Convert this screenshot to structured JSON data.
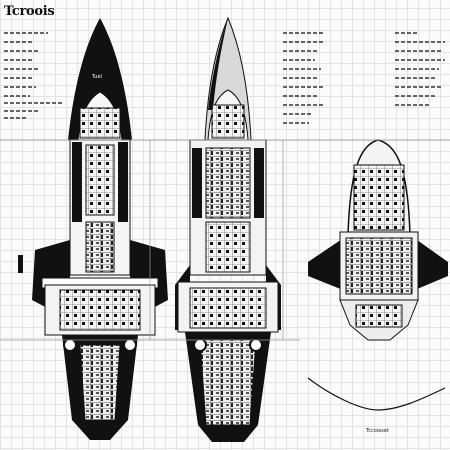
{
  "title": "Tcroois",
  "colors": {
    "ink": "#111111",
    "paper": "#fbfbfb",
    "grid": "#e3e3e3"
  },
  "labels": {
    "hull_marker": "Tuel",
    "bottom_caption": "Tccoiaset"
  }
}
